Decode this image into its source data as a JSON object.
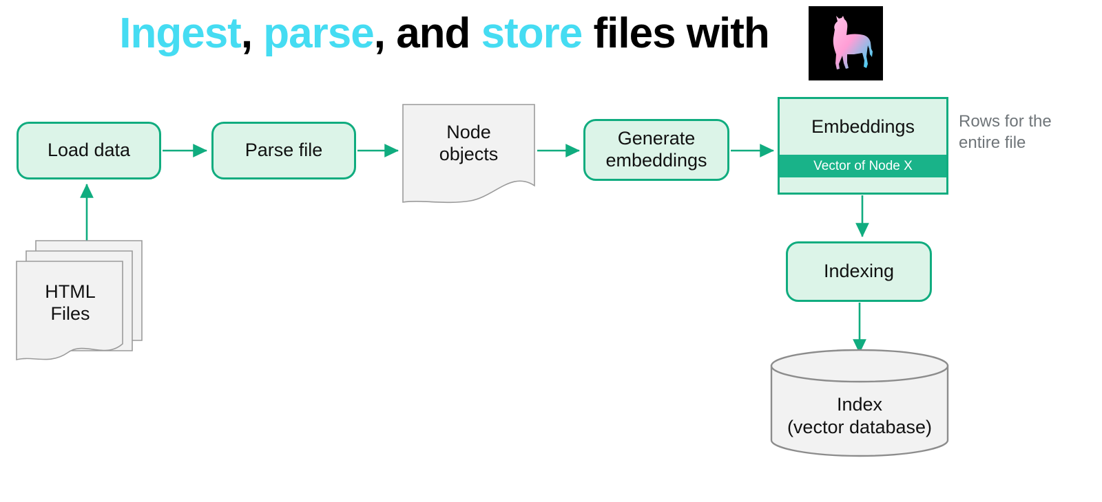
{
  "title": {
    "segments": [
      {
        "text": "Ingest",
        "color": "#45dcf2"
      },
      {
        "text": ", ",
        "color": "#000000"
      },
      {
        "text": "parse",
        "color": "#45dcf2"
      },
      {
        "text": ", and ",
        "color": "#000000"
      },
      {
        "text": "store",
        "color": "#45dcf2"
      },
      {
        "text": " files with ",
        "color": "#000000"
      }
    ],
    "full_text": "Ingest, parse, and store files with",
    "accent_color": "#45dcf2",
    "text_color": "#000000"
  },
  "logo": {
    "name": "llama-logo",
    "background": "#000000",
    "gradient_start": "#ffb6e1",
    "gradient_end": "#2fd9f5"
  },
  "diagram": {
    "nodes": {
      "html_files": {
        "label": "HTML\nFiles",
        "line1": "HTML",
        "line2": "Files",
        "shape": "stacked-document",
        "fill": "#f2f2f2",
        "stroke": "#9a9a9a"
      },
      "load_data": {
        "label": "Load data",
        "shape": "rounded-rect",
        "fill": "#dcf4e8",
        "stroke": "#10ac7f"
      },
      "parse_file": {
        "label": "Parse file",
        "shape": "rounded-rect",
        "fill": "#dcf4e8",
        "stroke": "#10ac7f"
      },
      "node_objects": {
        "label": "Node objects",
        "line1": "Node",
        "line2": "objects",
        "shape": "document",
        "fill": "#f2f2f2",
        "stroke": "#9a9a9a"
      },
      "generate_embeddings": {
        "label": "Generate embeddings",
        "line1": "Generate",
        "line2": "embeddings",
        "shape": "rounded-rect",
        "fill": "#dcf4e8",
        "stroke": "#10ac7f"
      },
      "embeddings_table": {
        "title": "Embeddings",
        "highlighted_row": "Vector of Node X",
        "empty_row": "",
        "shape": "table",
        "fill": "#dcf4e8",
        "stroke": "#10ac7f",
        "row_highlight_fill": "#19b389",
        "row_highlight_text": "#ffffff"
      },
      "indexing": {
        "label": "Indexing",
        "shape": "rounded-rect",
        "fill": "#dcf4e8",
        "stroke": "#10ac7f"
      },
      "index_db": {
        "label": "Index (vector database)",
        "line1": "Index",
        "line2": "(vector database)",
        "shape": "cylinder",
        "fill": "#f2f2f2",
        "stroke": "#8c8c8c"
      }
    },
    "annotations": {
      "rows_for_file": {
        "line1": "Rows for the",
        "line2": "entire file",
        "text": "Rows for the entire file",
        "color": "#6f7579"
      }
    },
    "edges": [
      {
        "from": "html_files",
        "to": "load_data",
        "direction": "up"
      },
      {
        "from": "load_data",
        "to": "parse_file",
        "direction": "right"
      },
      {
        "from": "parse_file",
        "to": "node_objects",
        "direction": "right"
      },
      {
        "from": "node_objects",
        "to": "generate_embeddings",
        "direction": "right"
      },
      {
        "from": "generate_embeddings",
        "to": "embeddings_table",
        "direction": "right"
      },
      {
        "from": "embeddings_table",
        "to": "indexing",
        "direction": "down"
      },
      {
        "from": "indexing",
        "to": "index_db",
        "direction": "down"
      }
    ],
    "arrow_color": "#10ac7f"
  }
}
